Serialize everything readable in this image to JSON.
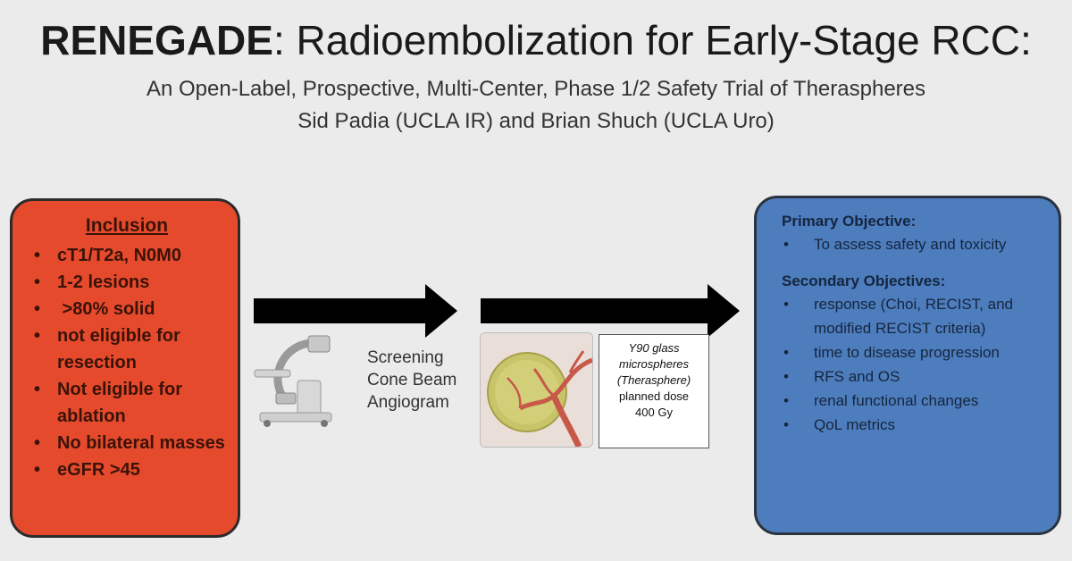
{
  "header": {
    "title_bold": "RENEGADE",
    "title_rest": ": Radioembolization for Early-Stage RCC:",
    "subtitle": "An Open-Label, Prospective, Multi-Center, Phase 1/2 Safety Trial of Theraspheres",
    "authors": "Sid Padia (UCLA IR) and Brian Shuch (UCLA Uro)"
  },
  "inclusion": {
    "heading": "Inclusion",
    "items": [
      "cT1/T2a, N0M0",
      "1-2 lesions",
      " >80% solid",
      "not eligible for resection",
      "Not eligible for ablation",
      "No bilateral masses",
      "eGFR >45"
    ]
  },
  "screening": {
    "lines": [
      "Screening",
      "Cone Beam",
      "Angiogram"
    ]
  },
  "treatment": {
    "italic_lines": [
      "Y90 glass",
      "microspheres",
      "(Therasphere)"
    ],
    "regular_lines": [
      "planned dose",
      "400 Gy"
    ]
  },
  "objectives": {
    "primary_heading": "Primary Objective:",
    "primary_items": [
      "To assess safety and toxicity"
    ],
    "secondary_heading": "Secondary Objectives:",
    "secondary_items": [
      "response (Choi, RECIST, and modified RECIST criteria)",
      "time to disease progression",
      "RFS and OS",
      "renal functional changes",
      "QoL metrics"
    ]
  },
  "colors": {
    "inclusion_fill": "#e64a2d",
    "objectives_fill": "#4d7dbc",
    "arrow": "#000000",
    "background": "#ebebeb"
  }
}
